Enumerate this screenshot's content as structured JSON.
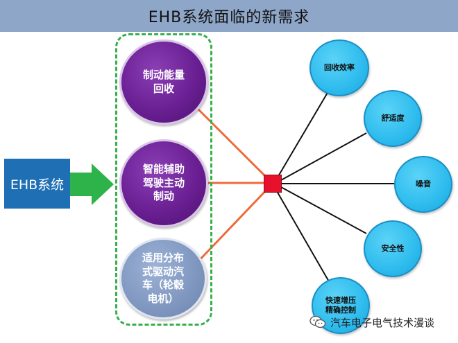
{
  "title": "EHB系统面临的新需求",
  "source": {
    "label": "EHB系统"
  },
  "requirements": [
    {
      "label": "制动能量\n回收",
      "style": "purple"
    },
    {
      "label": "智能辅助\n驾驶主动\n制动",
      "style": "purple"
    },
    {
      "label": "适用分布\n式驱动汽\n车（轮毂\n电机）",
      "style": "grey"
    }
  ],
  "outcomes": [
    {
      "label": "回收效率"
    },
    {
      "label": "舒适度"
    },
    {
      "label": "噪音"
    },
    {
      "label": "安全性"
    },
    {
      "label": "快速增压\n精确控制"
    }
  ],
  "watermark": {
    "text": "汽车电子电气技术漫谈"
  },
  "colors": {
    "title_bar": "#8ea6c8",
    "source_box": "#1f6fb5",
    "arrow": "#2db34a",
    "dashed_border": "#34b04a",
    "purple_circle": "#6a1f93",
    "grey_circle": "#7f96bf",
    "cyan_circle": "#2ebcee",
    "hub": "#e8112d",
    "orange_line": "#ee6a3a",
    "black_line": "#111111"
  }
}
